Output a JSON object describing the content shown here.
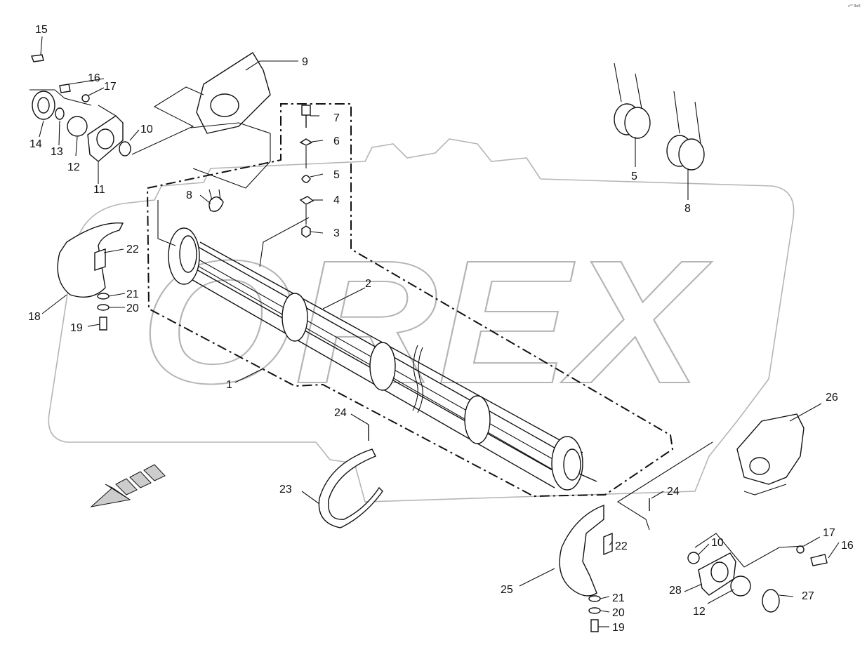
{
  "watermark": {
    "text": "OREX",
    "color": "#b5b5b5"
  },
  "corner_code": "s⁰⁰ 9o6",
  "callouts": [
    {
      "id": "c1",
      "text": "1"
    },
    {
      "id": "c2",
      "text": "2"
    },
    {
      "id": "c3",
      "text": "3"
    },
    {
      "id": "c4",
      "text": "4"
    },
    {
      "id": "c5a",
      "text": "5"
    },
    {
      "id": "c5b",
      "text": "5"
    },
    {
      "id": "c6",
      "text": "6"
    },
    {
      "id": "c7",
      "text": "7"
    },
    {
      "id": "c8a",
      "text": "8"
    },
    {
      "id": "c8b",
      "text": "8"
    },
    {
      "id": "c9",
      "text": "9"
    },
    {
      "id": "c10a",
      "text": "10"
    },
    {
      "id": "c10b",
      "text": "10"
    },
    {
      "id": "c11",
      "text": "11"
    },
    {
      "id": "c12a",
      "text": "12"
    },
    {
      "id": "c12b",
      "text": "12"
    },
    {
      "id": "c13",
      "text": "13"
    },
    {
      "id": "c14",
      "text": "14"
    },
    {
      "id": "c15",
      "text": "15"
    },
    {
      "id": "c16a",
      "text": "16"
    },
    {
      "id": "c16b",
      "text": "16"
    },
    {
      "id": "c17a",
      "text": "17"
    },
    {
      "id": "c17b",
      "text": "17"
    },
    {
      "id": "c18",
      "text": "18"
    },
    {
      "id": "c19a",
      "text": "19"
    },
    {
      "id": "c19b",
      "text": "19"
    },
    {
      "id": "c20a",
      "text": "20"
    },
    {
      "id": "c20b",
      "text": "20"
    },
    {
      "id": "c21a",
      "text": "21"
    },
    {
      "id": "c21b",
      "text": "21"
    },
    {
      "id": "c22a",
      "text": "22"
    },
    {
      "id": "c22b",
      "text": "22"
    },
    {
      "id": "c23",
      "text": "23"
    },
    {
      "id": "c24a",
      "text": "24"
    },
    {
      "id": "c24b",
      "text": "24"
    },
    {
      "id": "c25",
      "text": "25"
    },
    {
      "id": "c26",
      "text": "26"
    },
    {
      "id": "c27",
      "text": "27"
    },
    {
      "id": "c28",
      "text": "28"
    }
  ]
}
